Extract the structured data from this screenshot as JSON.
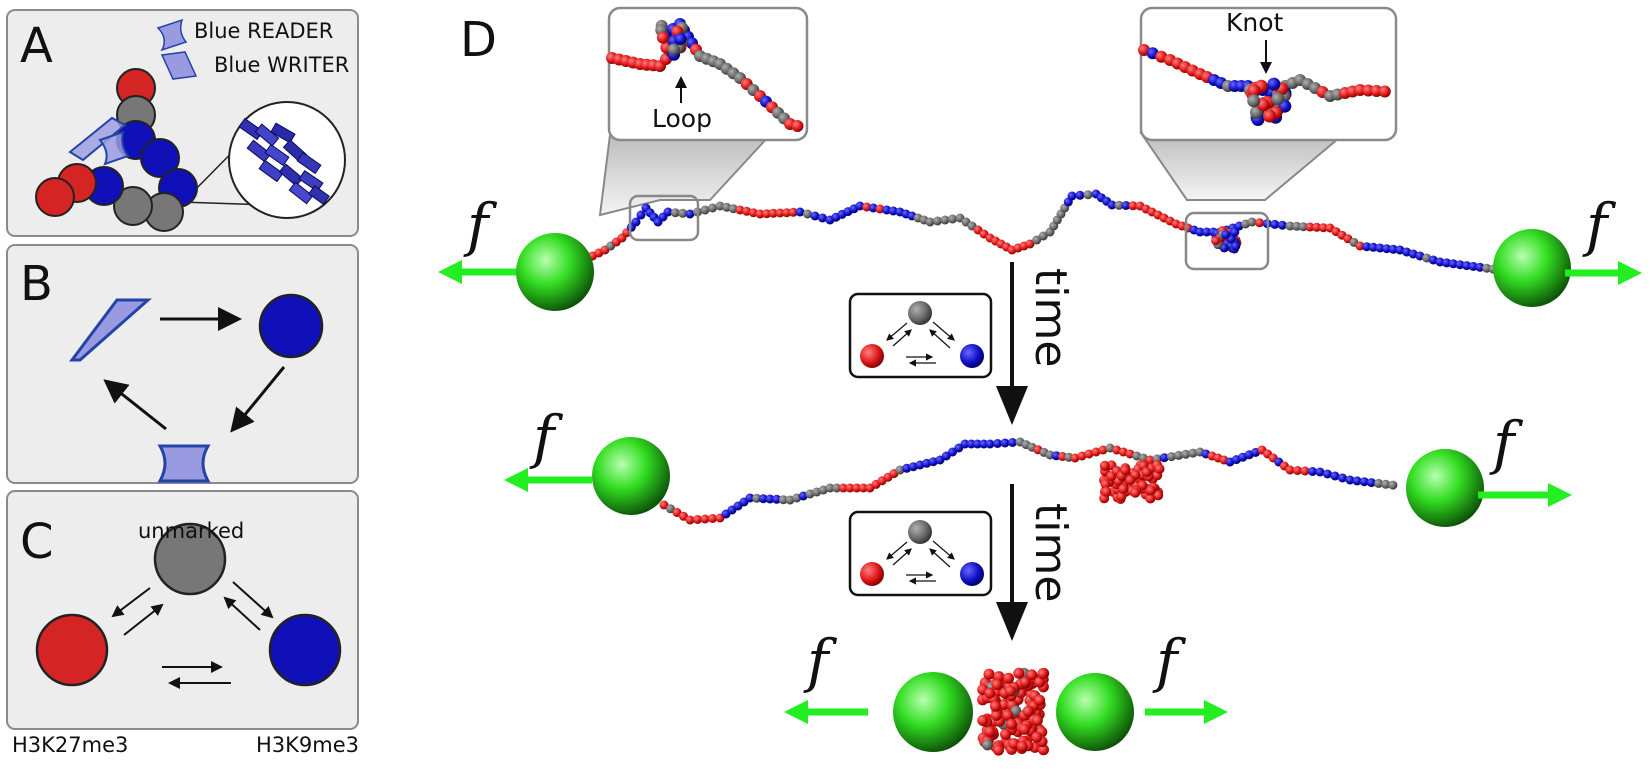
{
  "panels": {
    "a": {
      "label": "A",
      "reader": "Blue READER",
      "writer": "Blue WRITER"
    },
    "b": {
      "label": "B"
    },
    "c": {
      "label": "C",
      "unmarked": "unmarked",
      "red_mark": "H3K27me3",
      "blue_mark": "H3K9me3"
    },
    "d": {
      "label": "D",
      "loop": "Loop",
      "knot": "Knot",
      "force": "f",
      "time": "time"
    }
  },
  "colors": {
    "red": "#d42424",
    "blue": "#1010b8",
    "grey": "#6e6e6e",
    "green": "#22dd22",
    "protein": "#9a9ae0",
    "panel_bg": "#ededed"
  }
}
